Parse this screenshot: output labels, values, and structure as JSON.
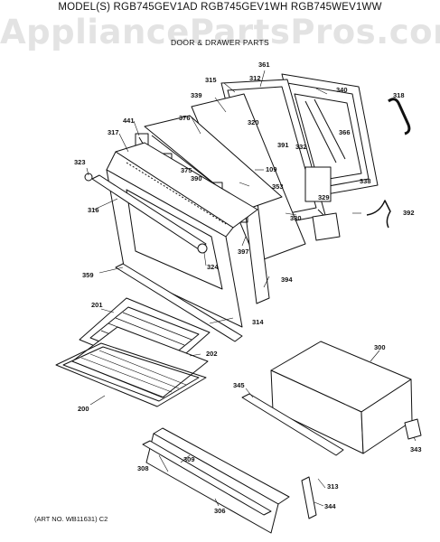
{
  "header": {
    "model": "MODEL(S) RGB745GEV1AD  RGB745GEV1WH  RGB745WEV1WW",
    "watermark": "AppliancePartsPros.com",
    "subtitle": "DOOR & DRAWER PARTS"
  },
  "footer": {
    "art_no": "(ART NO. WB11631) C2"
  },
  "callouts": {
    "p361": "361",
    "p315": "315",
    "p312": "312",
    "p340": "340",
    "p318": "318",
    "p339": "339",
    "p376": "376",
    "p320": "320",
    "p441": "441",
    "p317": "317",
    "p366": "366",
    "p391": "391",
    "p332": "332",
    "p323": "323",
    "p375": "375",
    "p109": "109",
    "p390": "390",
    "p353": "353",
    "p338": "338",
    "p329": "329",
    "p316": "316",
    "p392": "392",
    "p330": "330",
    "p397": "397",
    "p324": "324",
    "p359": "359",
    "p394": "394",
    "p314": "314",
    "p201": "201",
    "p300": "300",
    "p202": "202",
    "p345": "345",
    "p200": "200",
    "p343": "343",
    "p309": "309",
    "p308": "308",
    "p313": "313",
    "p344": "344",
    "p306": "306"
  }
}
